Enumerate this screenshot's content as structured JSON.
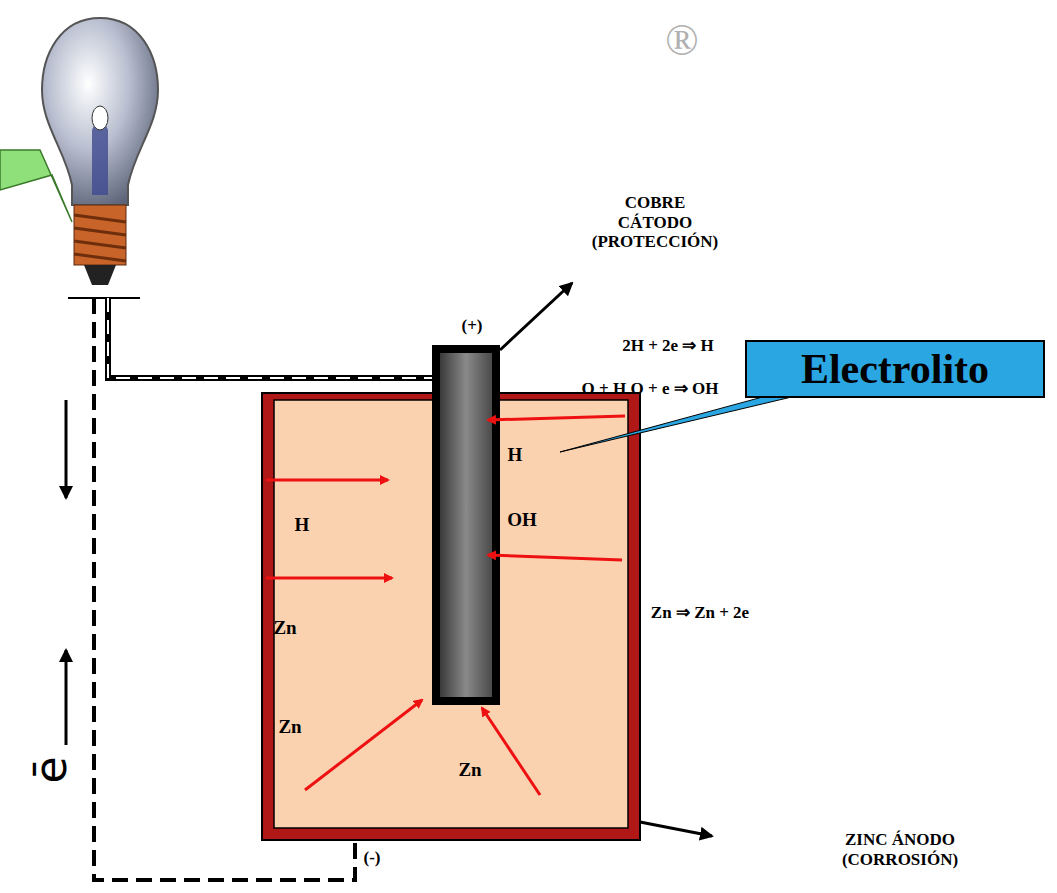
{
  "diagram": {
    "nodes": [
      {
        "text": [
          "Electrolito"
        ]
      }
    ],
    "labels": [
      "®",
      "COBRE CÁTODO (PROTECCIÓN)",
      "(+)",
      "2H + 2e ⇒ H",
      "O + H O + e ⇒ OH",
      "H",
      "H",
      "OH",
      "Zn",
      "Zn",
      "Zn",
      "Zn ⇒ Zn + 2e",
      "ZINC ÁNODO (CORROSIÓN)",
      "(-)",
      "ē"
    ]
  }
}
